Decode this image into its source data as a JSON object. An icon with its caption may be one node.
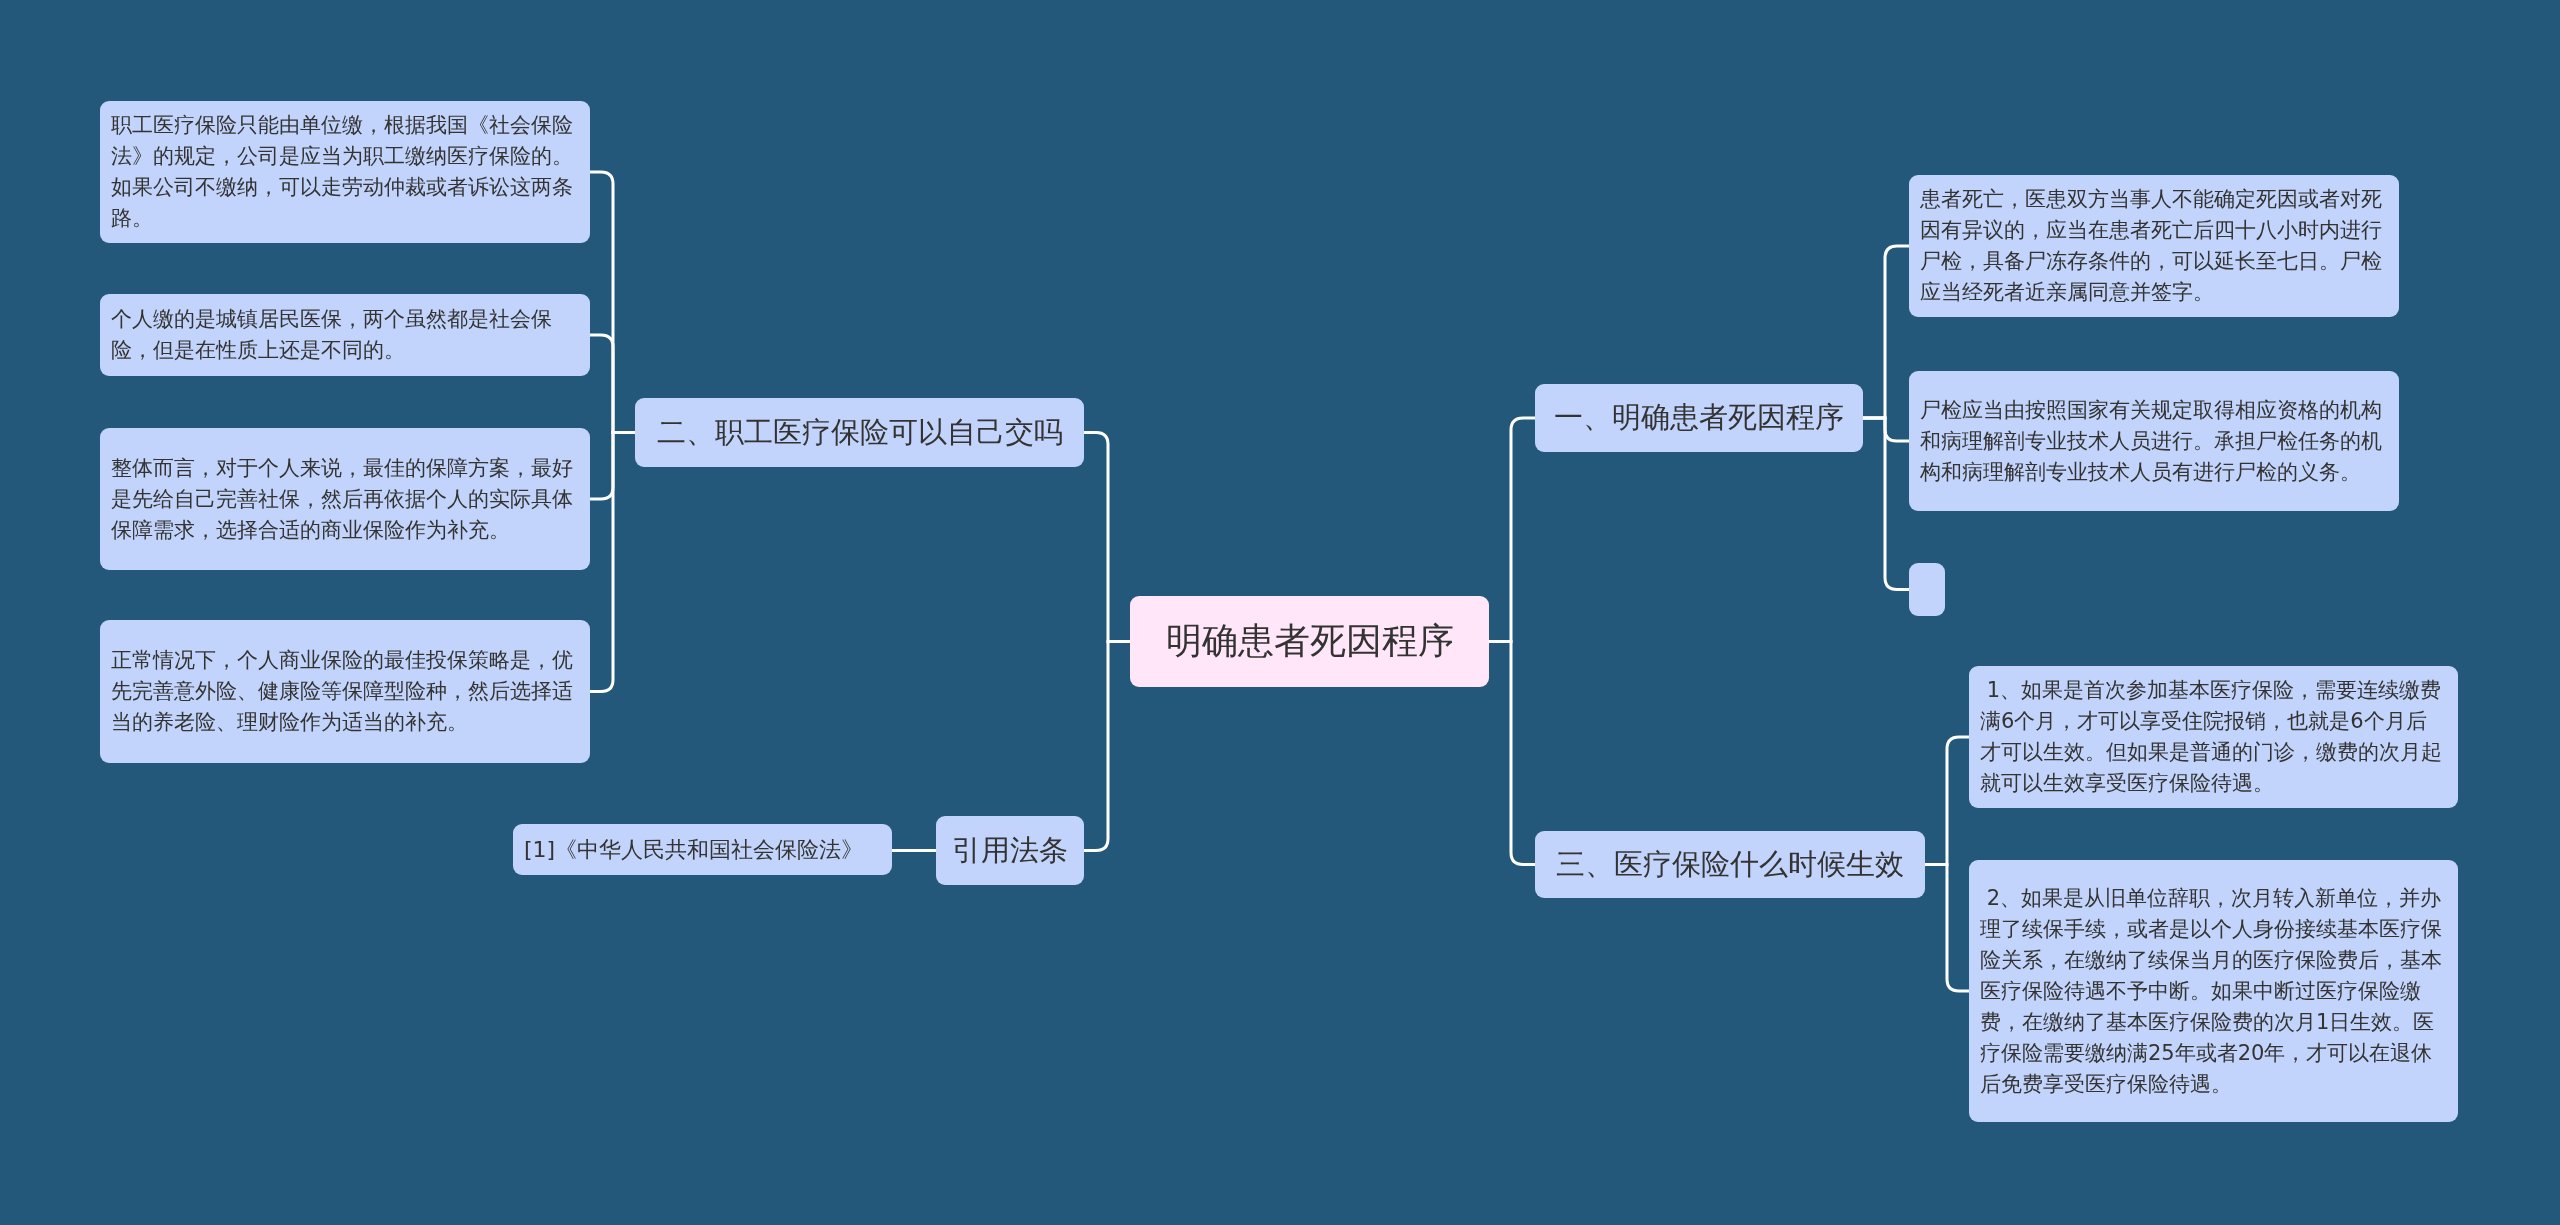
{
  "diagram": {
    "nodes": [
      {
        "text": [
          "明确患者死因程序"
        ]
      },
      {
        "text": [
          "一、明确患者死因程序"
        ]
      },
      {
        "text": [
          "患者死亡，医患双方当事人不能确定死因或者对死因有异议的，应当在患者死亡后四十八小时内进行尸检，具备尸冻存条件的，可以延长至七日。尸检应当经死者近亲属同意并签字。"
        ]
      },
      {
        "text": [
          "尸检应当由按照国家有关规定取得相应资格的机构和病理解剖专业技术人员进行。承担尸检任务的机构和病理解剖专业技术人员有进行尸检的义务。"
        ]
      },
      {
        "text": [],
        "shape": "box"
      },
      {
        "text": [
          "三、医疗保险什么时候生效"
        ]
      },
      {
        "text": [
          " 1、如果是首次参加基本医疗保险，需要连续缴费满6个月，才可以享受住院报销，也就是6个月后才可以生效。但如果是普通的门诊，缴费的次月起就可以生效享受医疗保险待遇。"
        ]
      },
      {
        "text": [
          " 2、如果是从旧单位辞职，次月转入新单位，并办理了续保手续，或者是以个人身份接续基本医疗保险关系，在缴纳了续保当月的医疗保险费后，基本医疗保险待遇不予中断。如果中断过医疗保险缴费，在缴纳了基本医疗保险费的次月1日生效。医疗保险需要缴纳满25年或者20年，才可以在退休后免费享受医疗保险待遇。"
        ]
      },
      {
        "text": [
          "二、职工医疗保险可以自己交吗"
        ]
      },
      {
        "text": [
          "职工医疗保险只能由单位缴，根据我国《社会保险法》的规定，公司是应当为职工缴纳医疗保险的。如果公司不缴纳，可以走劳动仲裁或者诉讼这两条路。"
        ]
      },
      {
        "text": [
          "个人缴的是城镇居民医保，两个虽然都是社会保险，但是在性质上还是不同的。"
        ]
      },
      {
        "text": [
          "整体而言，对于个人来说，最佳的保障方案，最好是先给自己完善社保，然后再依据个人的实际具体保障需求，选择合适的商业保险作为补充。"
        ]
      },
      {
        "text": [
          "正常情况下，个人商业保险的最佳投保策略是，优先完善意外险、健康险等保障型险种，然后选择适当的养老险、理财险作为适当的补充。"
        ]
      },
      {
        "text": [
          "引用法条"
        ]
      },
      {
        "text": [
          "[1]《中华人民共和国社会保险法》"
        ]
      }
    ],
    "edges": [
      {
        "from": 0,
        "to": 1,
        "arrow": "none"
      },
      {
        "from": 1,
        "to": 2,
        "arrow": "none"
      },
      {
        "from": 1,
        "to": 3,
        "arrow": "none"
      },
      {
        "from": 1,
        "to": 4,
        "arrow": "none"
      },
      {
        "from": 0,
        "to": 5,
        "arrow": "none"
      },
      {
        "from": 5,
        "to": 6,
        "arrow": "none"
      },
      {
        "from": 5,
        "to": 7,
        "arrow": "none"
      },
      {
        "from": 0,
        "to": 8,
        "arrow": "none"
      },
      {
        "from": 8,
        "to": 9,
        "arrow": "none"
      },
      {
        "from": 8,
        "to": 10,
        "arrow": "none"
      },
      {
        "from": 8,
        "to": 11,
        "arrow": "none"
      },
      {
        "from": 8,
        "to": 12,
        "arrow": "none"
      },
      {
        "from": 0,
        "to": 13,
        "arrow": "none"
      },
      {
        "from": 13,
        "to": 14,
        "arrow": "none"
      }
    ]
  }
}
